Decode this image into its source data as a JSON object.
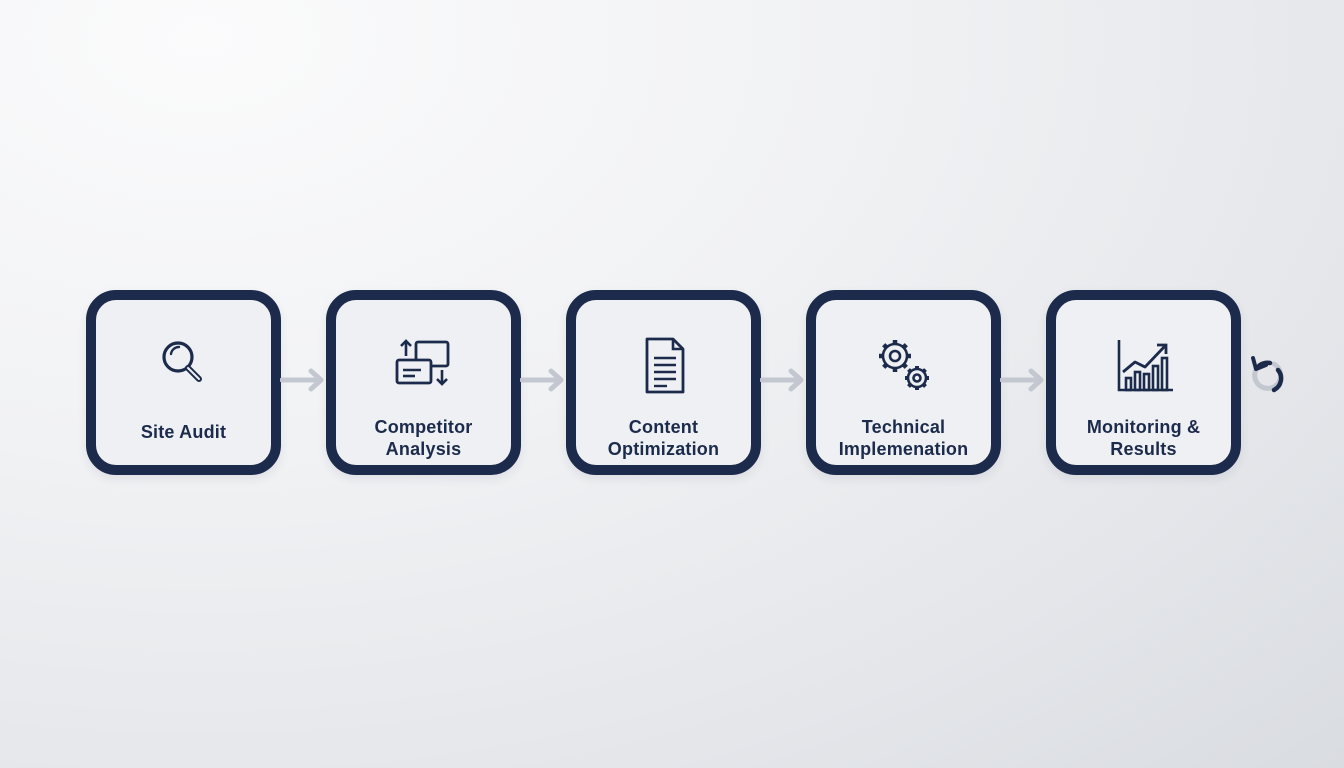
{
  "diagram": {
    "steps": [
      {
        "label": "Site Audit",
        "icon": "magnifier-icon"
      },
      {
        "label": "Competitor\nAnalysis",
        "icon": "compare-icon"
      },
      {
        "label": "Content\nOptimization",
        "icon": "document-icon"
      },
      {
        "label": "Technical\nImplemenation",
        "icon": "gears-icon"
      },
      {
        "label": "Monitoring &\nResults",
        "icon": "growth-chart-icon"
      }
    ],
    "connector_icon": "arrow-right-icon",
    "loop_icon": "cycle-arrow-icon"
  },
  "colors": {
    "card_border": "#1c2b4b",
    "card_fill": "#eef0f3",
    "arrow": "#c3c8d0",
    "text": "#1c2b4b"
  }
}
